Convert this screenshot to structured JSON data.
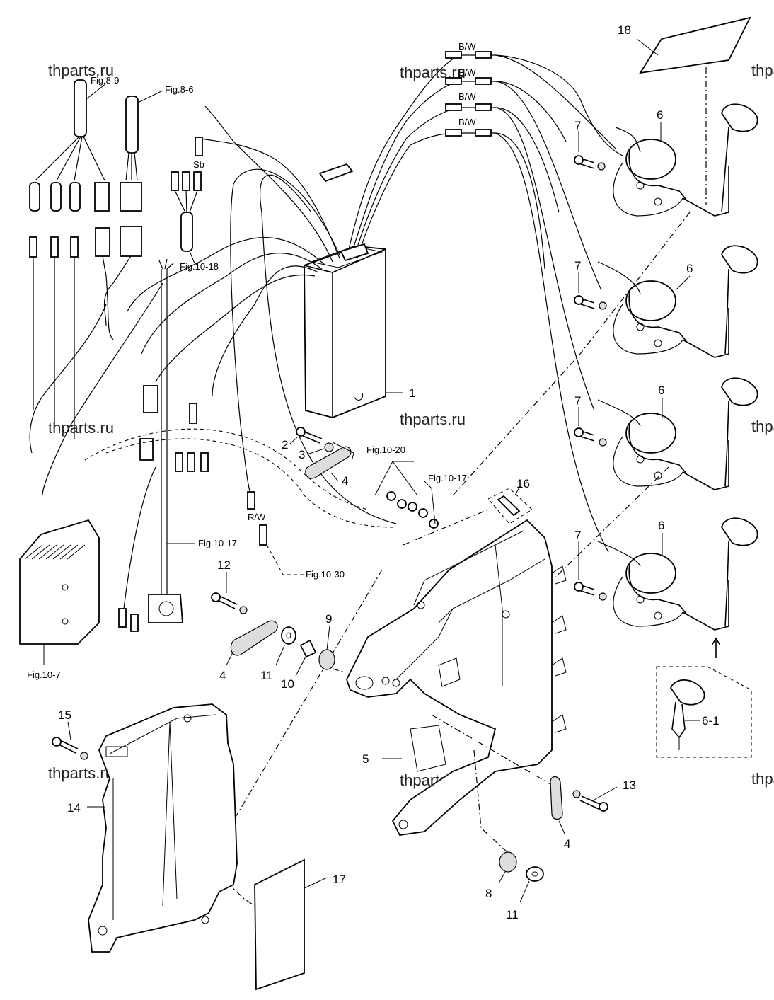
{
  "watermark": "thparts.ru",
  "callouts": {
    "c1": "1",
    "c2": "2",
    "c3": "3",
    "c4a": "4",
    "c4b": "4",
    "c4c": "4",
    "c5": "5",
    "c6a": "6",
    "c6b": "6",
    "c6c": "6",
    "c6d": "6",
    "c6_1": "6-1",
    "c7a": "7",
    "c7b": "7",
    "c7c": "7",
    "c7d": "7",
    "c8": "8",
    "c9": "9",
    "c10": "10",
    "c11a": "11",
    "c11b": "11",
    "c12": "12",
    "c13": "13",
    "c14": "14",
    "c15": "15",
    "c16": "16",
    "c17": "17",
    "c18": "18"
  },
  "references": {
    "fig8_9": "Fig.8-9",
    "fig8_6": "Fig.8-6",
    "fig10_18": "Fig.10-18",
    "fig10_20": "Fig.10-20",
    "fig10_17a": "Fig.10-17",
    "fig10_17b": "Fig.10-17",
    "fig10_30": "Fig.10-30",
    "fig10_7": "Fig.10-7"
  },
  "wire_codes": {
    "bw1": "B/W",
    "bw2": "B/W",
    "bw3": "B/W",
    "bw4": "B/W",
    "sb": "Sb",
    "rw": "R/W"
  }
}
